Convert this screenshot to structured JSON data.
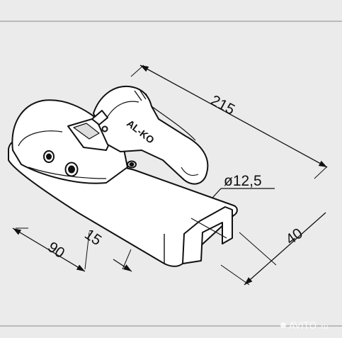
{
  "drawing": {
    "background": "#ebebeb",
    "line_color": "#111111",
    "brand_label": "AL-KO",
    "dimensions": {
      "length": "215",
      "hole_diameter": "ø12,5",
      "flange_offset": "90",
      "gap": "15",
      "bracket_width": "40"
    }
  },
  "watermark": {
    "text": "AVITO",
    "suffix": ".ru"
  }
}
